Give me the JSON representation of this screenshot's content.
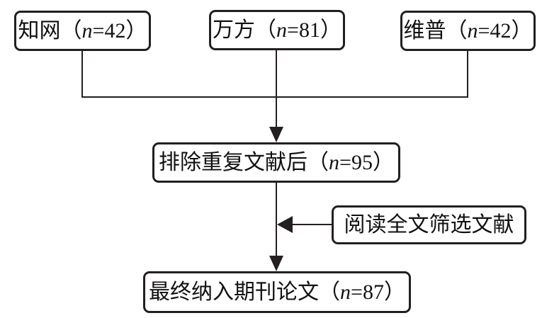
{
  "colors": {
    "line": "#231f20",
    "background": "#ffffff",
    "text": "#111111"
  },
  "flowchart": {
    "description": "literature-screening-flow",
    "boxes": [
      {
        "id": "cnki",
        "prefix": "知网（",
        "n_var": "n",
        "suffix": "=42）",
        "count": 42
      },
      {
        "id": "wanfang",
        "prefix": "万方（",
        "n_var": "n",
        "suffix": "=81）",
        "count": 81
      },
      {
        "id": "weipu",
        "prefix": "维普（",
        "n_var": "n",
        "suffix": "=42）",
        "count": 42
      },
      {
        "id": "dedup",
        "prefix": "排除重复文献后（",
        "n_var": "n",
        "suffix": "=95）",
        "count": 95
      },
      {
        "id": "screening",
        "prefix": "阅读全文筛选文献",
        "n_var": "",
        "suffix": ""
      },
      {
        "id": "final",
        "prefix": "最终纳入期刊论文（",
        "n_var": "n",
        "suffix": "=87）",
        "count": 87
      }
    ]
  }
}
